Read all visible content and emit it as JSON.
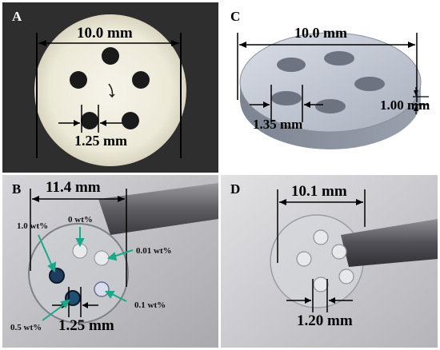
{
  "panels": {
    "A": {
      "label": "A",
      "width_label": "10.0 mm",
      "hole_label": "1.25 mm"
    },
    "C": {
      "label": "C",
      "width_label": "10.0 mm",
      "hole_label": "1.35 mm",
      "thickness_label": "1.00 mm"
    },
    "B": {
      "label": "B",
      "width_label": "11.4 mm",
      "hole_label": "1.25 mm",
      "concentrations": [
        "0 wt%",
        "1.0 wt%",
        "0.01 wt%",
        "0.5 wt%",
        "0.1 wt%"
      ]
    },
    "D": {
      "label": "D",
      "width_label": "10.1 mm",
      "hole_label": "1.20 mm"
    }
  },
  "colors": {
    "border": "#000000",
    "arrow_teal": "#1aa88a",
    "panel_a_bg": "#2e2e2e",
    "panel_c_bg": "#ffffff"
  }
}
